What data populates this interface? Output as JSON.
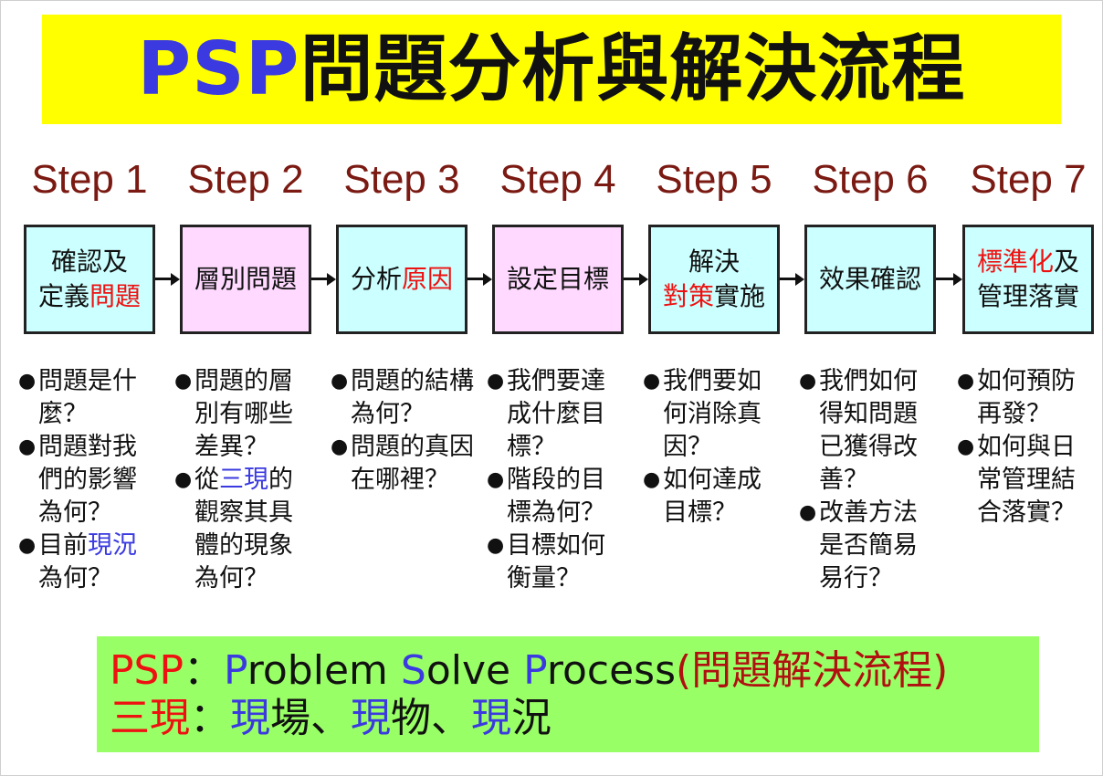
{
  "title": {
    "prefix": "PSP",
    "rest": "問題分析與解決流程"
  },
  "steps": [
    {
      "label": "Step 1",
      "box": {
        "parts": [
          {
            "t": "確認及",
            "c": ""
          },
          {
            "t": "\n",
            "c": ""
          },
          {
            "t": "定義",
            "c": ""
          },
          {
            "t": "問題",
            "c": "red"
          }
        ],
        "color": "cyan"
      },
      "questions": [
        [
          {
            "t": "問題是什麼？",
            "c": ""
          }
        ],
        [
          {
            "t": "問題對我們的影響為何？",
            "c": ""
          }
        ],
        [
          {
            "t": "目前",
            "c": ""
          },
          {
            "t": "現況",
            "c": "blue"
          },
          {
            "t": "為何？",
            "c": ""
          }
        ]
      ]
    },
    {
      "label": "Step 2",
      "box": {
        "parts": [
          {
            "t": "層別問題",
            "c": ""
          }
        ],
        "color": "pink"
      },
      "questions": [
        [
          {
            "t": "問題的層別有哪些差異？",
            "c": ""
          }
        ],
        [
          {
            "t": "從",
            "c": ""
          },
          {
            "t": "三現",
            "c": "blue"
          },
          {
            "t": "的觀察其具體的現象為何？",
            "c": ""
          }
        ]
      ]
    },
    {
      "label": "Step 3",
      "box": {
        "parts": [
          {
            "t": "分析",
            "c": ""
          },
          {
            "t": "原因",
            "c": "red"
          }
        ],
        "color": "cyan"
      },
      "questions": [
        [
          {
            "t": "問題的結構為何？",
            "c": ""
          }
        ],
        [
          {
            "t": "問題的真因在哪裡？",
            "c": ""
          }
        ]
      ]
    },
    {
      "label": "Step 4",
      "box": {
        "parts": [
          {
            "t": "設定目標",
            "c": ""
          }
        ],
        "color": "pink"
      },
      "questions": [
        [
          {
            "t": "我們要達成什麼目標？",
            "c": ""
          }
        ],
        [
          {
            "t": "階段的目標為何？",
            "c": ""
          }
        ],
        [
          {
            "t": "目標如何衡量？",
            "c": ""
          }
        ]
      ]
    },
    {
      "label": "Step 5",
      "box": {
        "parts": [
          {
            "t": "解決",
            "c": ""
          },
          {
            "t": "\n",
            "c": ""
          },
          {
            "t": "對策",
            "c": "red"
          },
          {
            "t": "實施",
            "c": ""
          }
        ],
        "color": "cyan"
      },
      "questions": [
        [
          {
            "t": "我們要如何消除真因？",
            "c": ""
          }
        ],
        [
          {
            "t": "如何達成目標？",
            "c": ""
          }
        ]
      ]
    },
    {
      "label": "Step 6",
      "box": {
        "parts": [
          {
            "t": "效果確認",
            "c": ""
          }
        ],
        "color": "cyan"
      },
      "questions": [
        [
          {
            "t": "我們如何得知問題已獲得改善？",
            "c": ""
          }
        ],
        [
          {
            "t": "改善方法是否簡易易行？",
            "c": ""
          }
        ]
      ]
    },
    {
      "label": "Step 7",
      "box": {
        "parts": [
          {
            "t": "標準化",
            "c": "red"
          },
          {
            "t": "及",
            "c": ""
          },
          {
            "t": "\n",
            "c": ""
          },
          {
            "t": "管理落實",
            "c": ""
          }
        ],
        "color": "cyan"
      },
      "questions": [
        [
          {
            "t": "如何預防再發？",
            "c": ""
          }
        ],
        [
          {
            "t": "如何與日常管理結合落實？",
            "c": ""
          }
        ]
      ]
    }
  ],
  "bullet": "●",
  "legend": {
    "line1": [
      {
        "t": "PSP",
        "c": "redb"
      },
      {
        "t": "：",
        "c": ""
      },
      {
        "t": "P",
        "c": "blueb"
      },
      {
        "t": "roblem ",
        "c": ""
      },
      {
        "t": "S",
        "c": "blueb"
      },
      {
        "t": "olve ",
        "c": ""
      },
      {
        "t": "P",
        "c": "blueb"
      },
      {
        "t": "rocess",
        "c": ""
      },
      {
        "t": "(",
        "c": "darkred"
      },
      {
        "t": "問題解決流程",
        "c": "darkred"
      },
      {
        "t": ")",
        "c": "darkred"
      }
    ],
    "line2": [
      {
        "t": "三現",
        "c": "redb"
      },
      {
        "t": "：",
        "c": ""
      },
      {
        "t": "現",
        "c": "blueb"
      },
      {
        "t": "場、",
        "c": ""
      },
      {
        "t": "現",
        "c": "blueb"
      },
      {
        "t": "物、",
        "c": ""
      },
      {
        "t": "現",
        "c": "blueb"
      },
      {
        "t": "況",
        "c": ""
      }
    ]
  },
  "colors": {
    "title_band": "#ffff00",
    "legend_band": "#99ff66",
    "step_label": "#7a1a12",
    "box_cyan": "#ccffff",
    "box_pink": "#ffd9ff"
  }
}
